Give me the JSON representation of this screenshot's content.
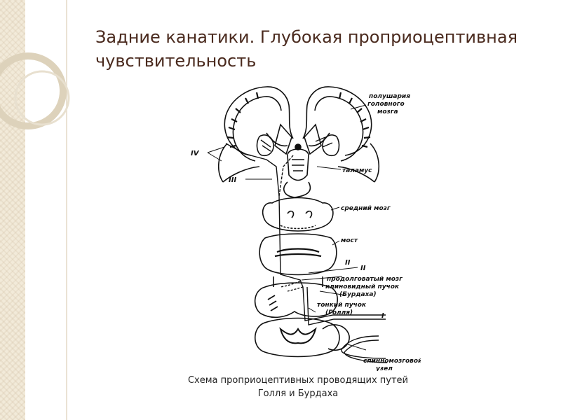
{
  "slide": {
    "title": "Задние канатики. Глубокая проприоцептивная чувствительность",
    "caption_line1": "Схема проприоцептивных проводящих путей",
    "caption_line2": "Голля и Бурдаха"
  },
  "diagram": {
    "labels": {
      "hemispheres_1": "полушария",
      "hemispheres_2": "головного",
      "hemispheres_3": "мозга",
      "thalamus": "таламус",
      "midbrain": "средний мозг",
      "pons": "мост",
      "medulla": "продолговатый мозг",
      "cuneate_1": "клиновидный пучок",
      "cuneate_2": "(Бурдаха)",
      "gracile_1": "тонкий пучок",
      "gracile_2": "(Голля)",
      "ganglion_1": "спинномозговой",
      "ganglion_2": "узел"
    },
    "neuron_numerals": {
      "iv": "IV",
      "iii": "III",
      "ii_a": "II",
      "ii_b": "II",
      "i": "I"
    }
  },
  "colors": {
    "title": "#4a2a1e",
    "side_strip": "#f2ead9",
    "ring": "#d8cdb6"
  }
}
